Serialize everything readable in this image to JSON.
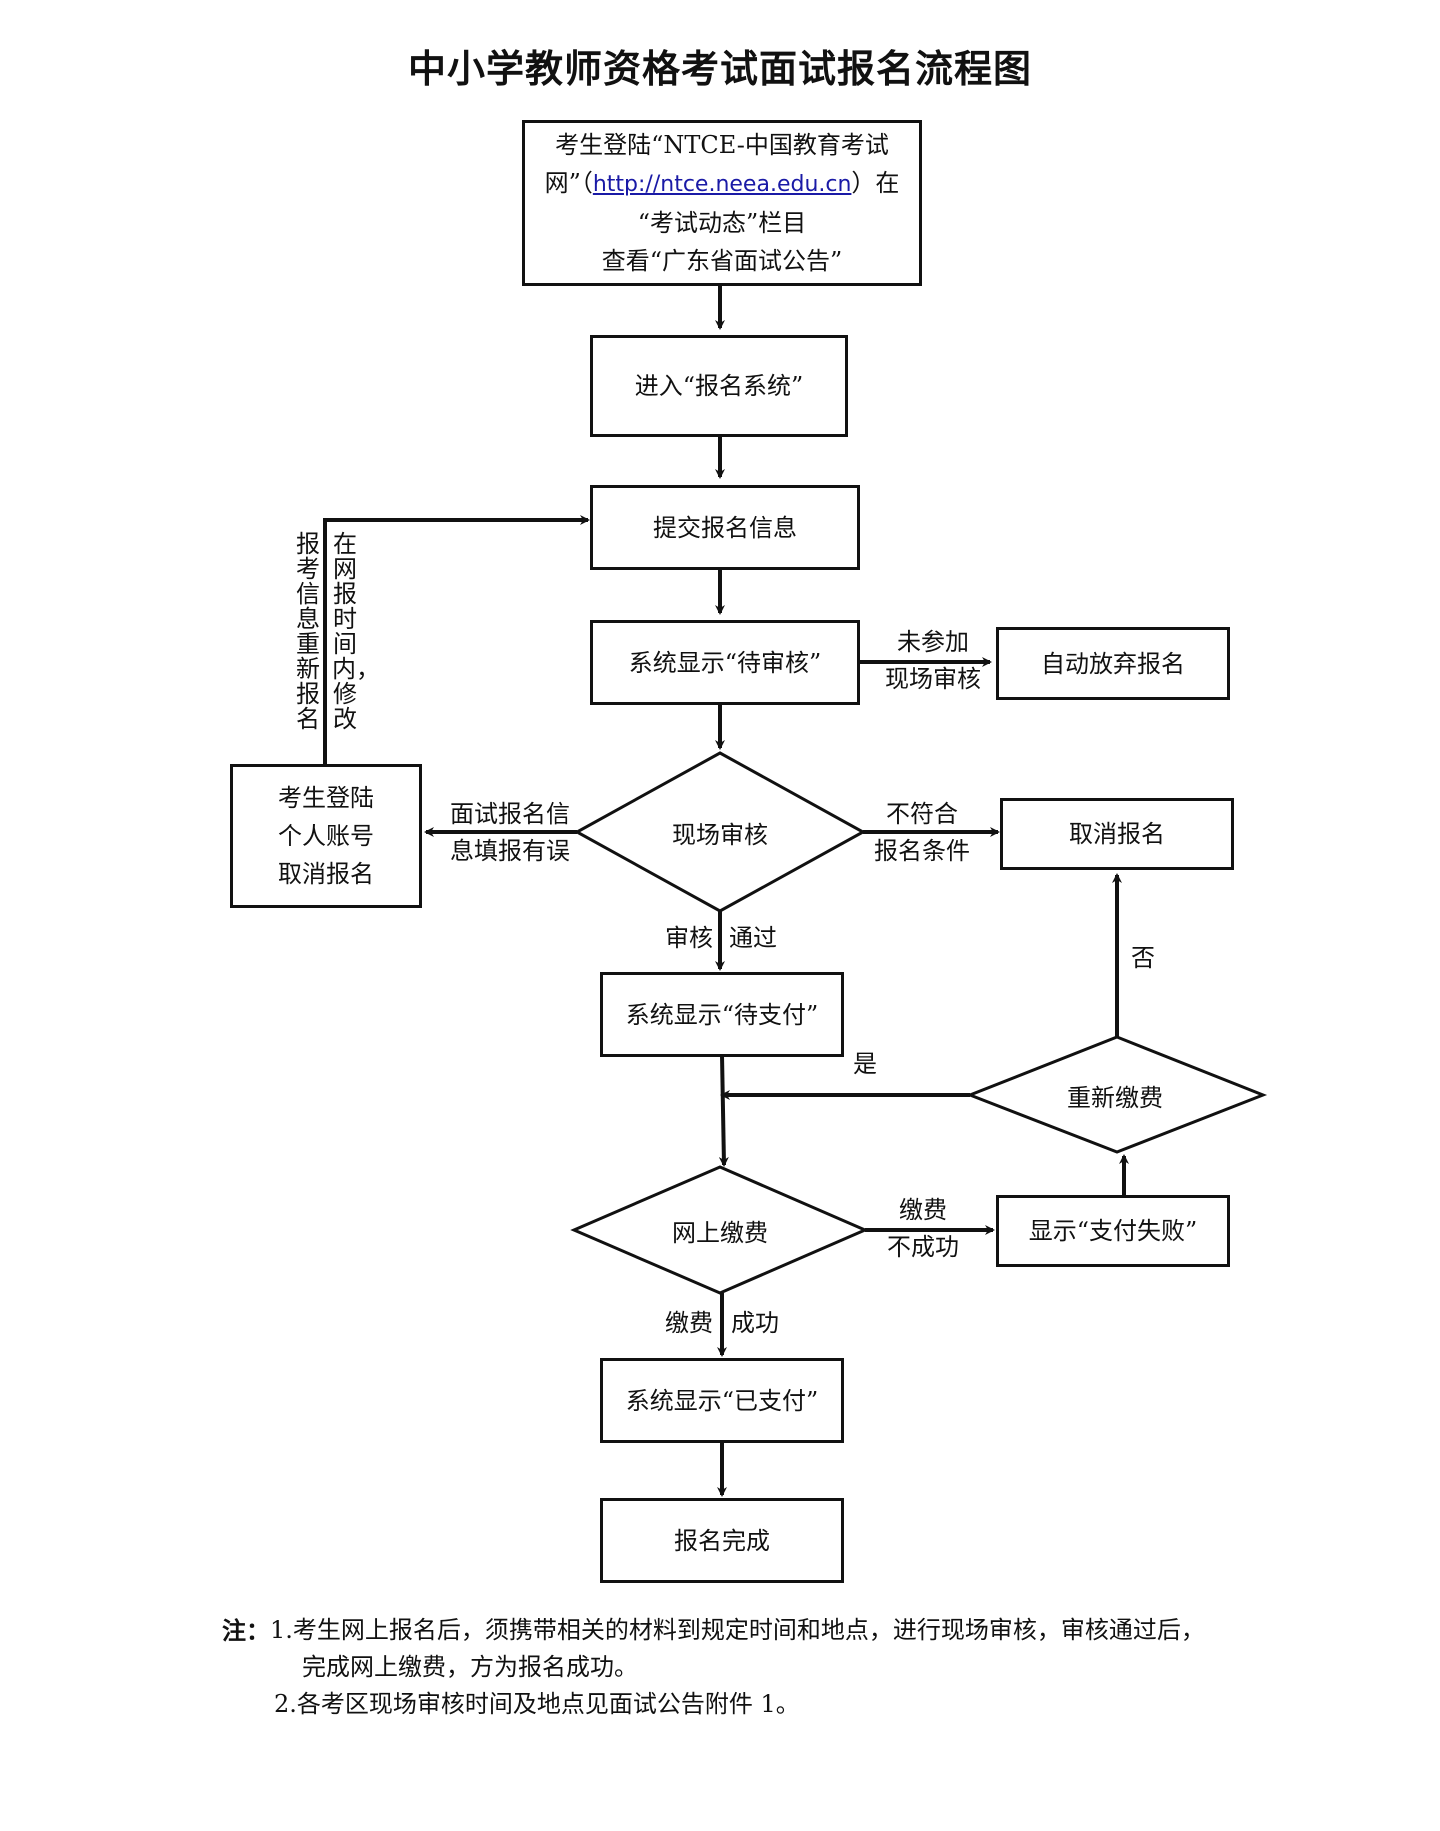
{
  "title": "中小学教师资格考试面试报名流程图",
  "step1": {
    "line1": "考生登陆“NTCE-中国教育考试",
    "line2_pre": "网”（",
    "line2_link": "http://ntce.neea.edu.cn",
    "line2_post": "）在",
    "line3": "“考试动态”栏目",
    "line4": "查看“广东省面试公告”"
  },
  "step2": "进入“报名系统”",
  "step3": "提交报名信息",
  "step4": "系统显示“待审核”",
  "auto_abandon": "自动放弃报名",
  "edge_not_attend": [
    "未参加",
    "现场审核"
  ],
  "onsite_review": "现场审核",
  "cancel_account": [
    "考生登陆",
    "个人账号",
    "取消报名"
  ],
  "edge_info_error": [
    "面试报名信",
    "息填报有误"
  ],
  "edge_not_meet": [
    "不符合",
    "报名条件"
  ],
  "cancel_registration": "取消报名",
  "loop_text_right": "在网报时间内，修改",
  "loop_text_left": "报考信息重新报名",
  "edge_review_pass": [
    "审核",
    "通过"
  ],
  "step_pending_pay": "系统显示“待支付”",
  "repay": "重新缴费",
  "edge_yes": "是",
  "edge_no": "否",
  "online_pay": "网上缴费",
  "edge_pay_fail": [
    "缴费",
    "不成功"
  ],
  "pay_failed": "显示“支付失败”",
  "edge_pay_success": [
    "缴费",
    "成功"
  ],
  "step_paid": "系统显示“已支付”",
  "done": "报名完成",
  "notes": {
    "label": "注：",
    "n1_a": "1.考生网上报名后，须携带相关的材料到规定时间和地点，进行现场审核，审核通过后，",
    "n1_b": "完成网上缴费，方为报名成功。",
    "n2": "2.各考区现场审核时间及地点见面试公告附件 1。"
  },
  "colors": {
    "line": "#111111",
    "link": "#1a1aa6"
  }
}
